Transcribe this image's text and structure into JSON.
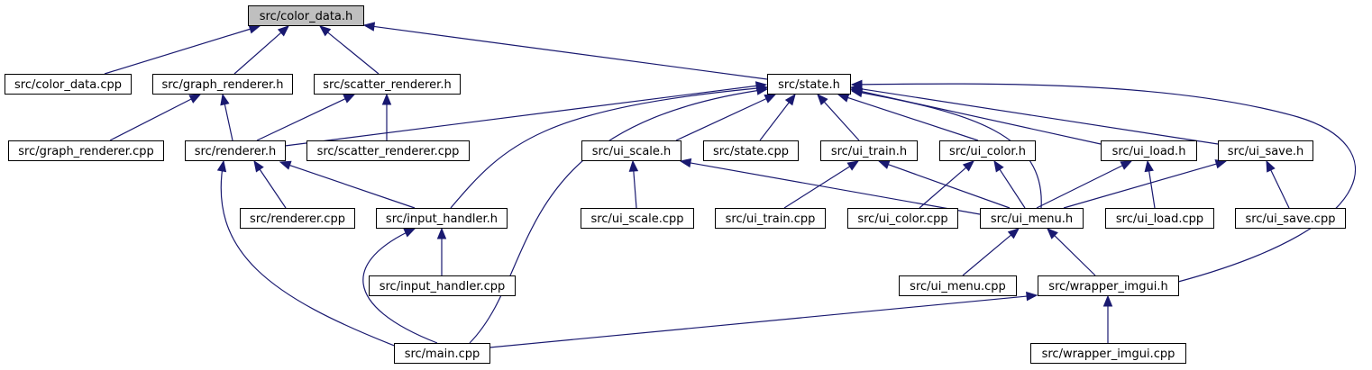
{
  "graph": {
    "colors": {
      "edge": "#191970",
      "highlight_fill": "#bfbfbf",
      "node_fill": "#ffffff",
      "node_border": "#000000"
    },
    "nodes": [
      {
        "id": "color_data_h",
        "label": "src/color_data.h",
        "highlight": true
      },
      {
        "id": "color_data_cpp",
        "label": "src/color_data.cpp"
      },
      {
        "id": "graph_renderer_h",
        "label": "src/graph_renderer.h"
      },
      {
        "id": "scatter_renderer_h",
        "label": "src/scatter_renderer.h"
      },
      {
        "id": "state_h",
        "label": "src/state.h"
      },
      {
        "id": "graph_renderer_cpp",
        "label": "src/graph_renderer.cpp"
      },
      {
        "id": "renderer_h",
        "label": "src/renderer.h"
      },
      {
        "id": "scatter_renderer_cpp",
        "label": "src/scatter_renderer.cpp"
      },
      {
        "id": "ui_scale_h",
        "label": "src/ui_scale.h"
      },
      {
        "id": "state_cpp",
        "label": "src/state.cpp"
      },
      {
        "id": "ui_train_h",
        "label": "src/ui_train.h"
      },
      {
        "id": "ui_color_h",
        "label": "src/ui_color.h"
      },
      {
        "id": "ui_load_h",
        "label": "src/ui_load.h"
      },
      {
        "id": "ui_save_h",
        "label": "src/ui_save.h"
      },
      {
        "id": "renderer_cpp",
        "label": "src/renderer.cpp"
      },
      {
        "id": "input_handler_h",
        "label": "src/input_handler.h"
      },
      {
        "id": "ui_scale_cpp",
        "label": "src/ui_scale.cpp"
      },
      {
        "id": "ui_train_cpp",
        "label": "src/ui_train.cpp"
      },
      {
        "id": "ui_color_cpp",
        "label": "src/ui_color.cpp"
      },
      {
        "id": "ui_menu_h",
        "label": "src/ui_menu.h"
      },
      {
        "id": "ui_load_cpp",
        "label": "src/ui_load.cpp"
      },
      {
        "id": "ui_save_cpp",
        "label": "src/ui_save.cpp"
      },
      {
        "id": "input_handler_cpp",
        "label": "src/input_handler.cpp"
      },
      {
        "id": "ui_menu_cpp",
        "label": "src/ui_menu.cpp"
      },
      {
        "id": "wrapper_imgui_h",
        "label": "src/wrapper_imgui.h"
      },
      {
        "id": "main_cpp",
        "label": "src/main.cpp"
      },
      {
        "id": "wrapper_imgui_cpp",
        "label": "src/wrapper_imgui.cpp"
      }
    ],
    "edges": [
      {
        "from": "color_data_cpp",
        "to": "color_data_h"
      },
      {
        "from": "graph_renderer_h",
        "to": "color_data_h"
      },
      {
        "from": "scatter_renderer_h",
        "to": "color_data_h"
      },
      {
        "from": "state_h",
        "to": "color_data_h"
      },
      {
        "from": "graph_renderer_cpp",
        "to": "graph_renderer_h"
      },
      {
        "from": "renderer_h",
        "to": "graph_renderer_h"
      },
      {
        "from": "renderer_h",
        "to": "scatter_renderer_h"
      },
      {
        "from": "scatter_renderer_cpp",
        "to": "scatter_renderer_h"
      },
      {
        "from": "renderer_h",
        "to": "state_h"
      },
      {
        "from": "input_handler_h",
        "to": "state_h"
      },
      {
        "from": "main_cpp",
        "to": "state_h"
      },
      {
        "from": "ui_scale_h",
        "to": "state_h"
      },
      {
        "from": "state_cpp",
        "to": "state_h"
      },
      {
        "from": "ui_train_h",
        "to": "state_h"
      },
      {
        "from": "ui_color_h",
        "to": "state_h"
      },
      {
        "from": "ui_menu_h",
        "to": "state_h"
      },
      {
        "from": "ui_load_h",
        "to": "state_h"
      },
      {
        "from": "ui_save_h",
        "to": "state_h"
      },
      {
        "from": "wrapper_imgui_h",
        "to": "state_h"
      },
      {
        "from": "renderer_cpp",
        "to": "renderer_h"
      },
      {
        "from": "input_handler_h",
        "to": "renderer_h"
      },
      {
        "from": "main_cpp",
        "to": "renderer_h"
      },
      {
        "from": "ui_scale_cpp",
        "to": "ui_scale_h"
      },
      {
        "from": "ui_menu_h",
        "to": "ui_scale_h"
      },
      {
        "from": "ui_train_cpp",
        "to": "ui_train_h"
      },
      {
        "from": "ui_menu_h",
        "to": "ui_train_h"
      },
      {
        "from": "ui_color_cpp",
        "to": "ui_color_h"
      },
      {
        "from": "ui_menu_h",
        "to": "ui_color_h"
      },
      {
        "from": "ui_menu_h",
        "to": "ui_load_h"
      },
      {
        "from": "ui_load_cpp",
        "to": "ui_load_h"
      },
      {
        "from": "ui_menu_h",
        "to": "ui_save_h"
      },
      {
        "from": "ui_save_cpp",
        "to": "ui_save_h"
      },
      {
        "from": "input_handler_cpp",
        "to": "input_handler_h"
      },
      {
        "from": "main_cpp",
        "to": "input_handler_h"
      },
      {
        "from": "ui_menu_cpp",
        "to": "ui_menu_h"
      },
      {
        "from": "wrapper_imgui_h",
        "to": "ui_menu_h"
      },
      {
        "from": "main_cpp",
        "to": "wrapper_imgui_h"
      },
      {
        "from": "wrapper_imgui_cpp",
        "to": "wrapper_imgui_h"
      }
    ]
  }
}
